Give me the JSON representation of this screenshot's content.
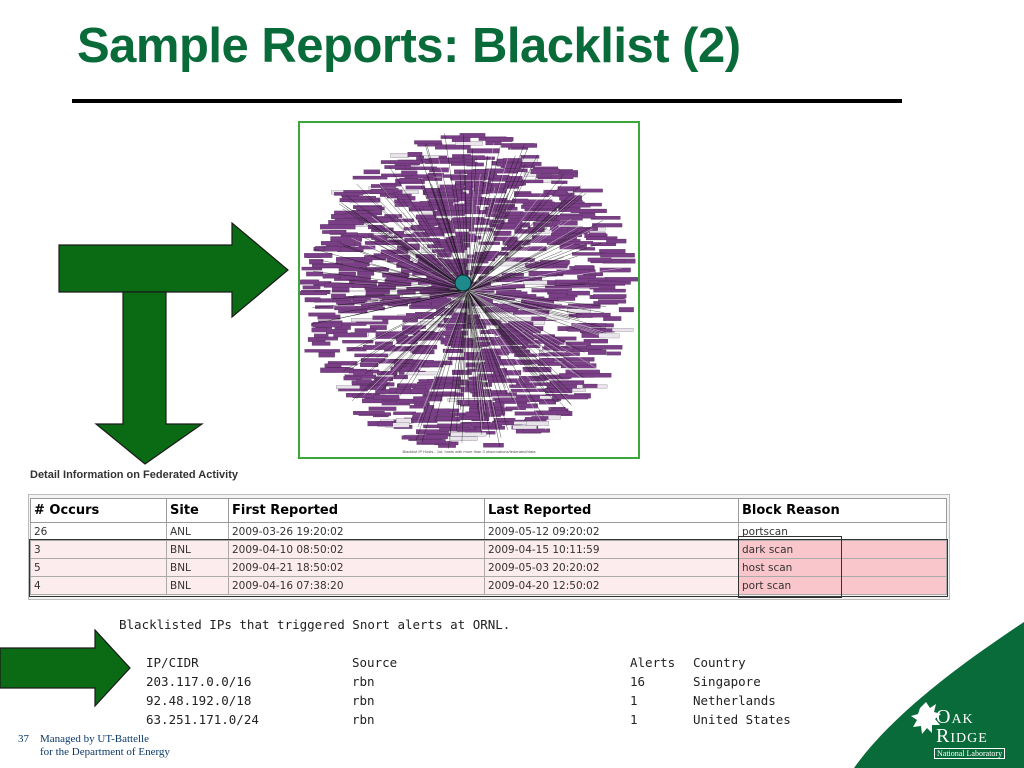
{
  "slide": {
    "title": "Sample Reports: Blacklist (2)",
    "number": "37",
    "footer_line1": "Managed by UT-Battelle",
    "footer_line2": "for the Department of Energy"
  },
  "logo": {
    "line1": "Oak",
    "line2": "Ridge",
    "line3": "National Laboratory"
  },
  "graph": {
    "caption": "Blacklist IP Hosts - 1st, hosts with more than 3 observations/federated/data"
  },
  "colors": {
    "title": "#0a6b3a",
    "arrow": "#0b6b14",
    "graph_fill": "#7a3f86",
    "highlight_row": "#fdeced",
    "highlight_reason": "#f9c6cb"
  },
  "detail_table": {
    "heading": "Detail Information on Federated Activity",
    "columns": [
      "# Occurs",
      "Site",
      "First Reported",
      "Last Reported",
      "Block Reason"
    ],
    "rows": [
      {
        "occurs": "26",
        "site": "ANL",
        "first": "2009-03-26 19:20:02",
        "last": "2009-05-12 09:20:02",
        "reason": "portscan"
      },
      {
        "occurs": "3",
        "site": "BNL",
        "first": "2009-04-10 08:50:02",
        "last": "2009-04-15 10:11:59",
        "reason": "dark scan"
      },
      {
        "occurs": "5",
        "site": "BNL",
        "first": "2009-04-21 18:50:02",
        "last": "2009-05-03 20:20:02",
        "reason": "host scan"
      },
      {
        "occurs": "4",
        "site": "BNL",
        "first": "2009-04-16 07:38:20",
        "last": "2009-04-20 12:50:02",
        "reason": "port scan"
      }
    ]
  },
  "blacklist": {
    "title": "Blacklisted IPs that triggered Snort alerts at ORNL.",
    "columns": [
      "IP/CIDR",
      "Source",
      "Alerts",
      "Country"
    ],
    "rows": [
      {
        "ip": "203.117.0.0/16",
        "source": "rbn",
        "alerts": "16",
        "country": "Singapore"
      },
      {
        "ip": "92.48.192.0/18",
        "source": "rbn",
        "alerts": "1",
        "country": "Netherlands"
      },
      {
        "ip": "63.251.171.0/24",
        "source": "rbn",
        "alerts": "1",
        "country": "United States"
      }
    ]
  }
}
